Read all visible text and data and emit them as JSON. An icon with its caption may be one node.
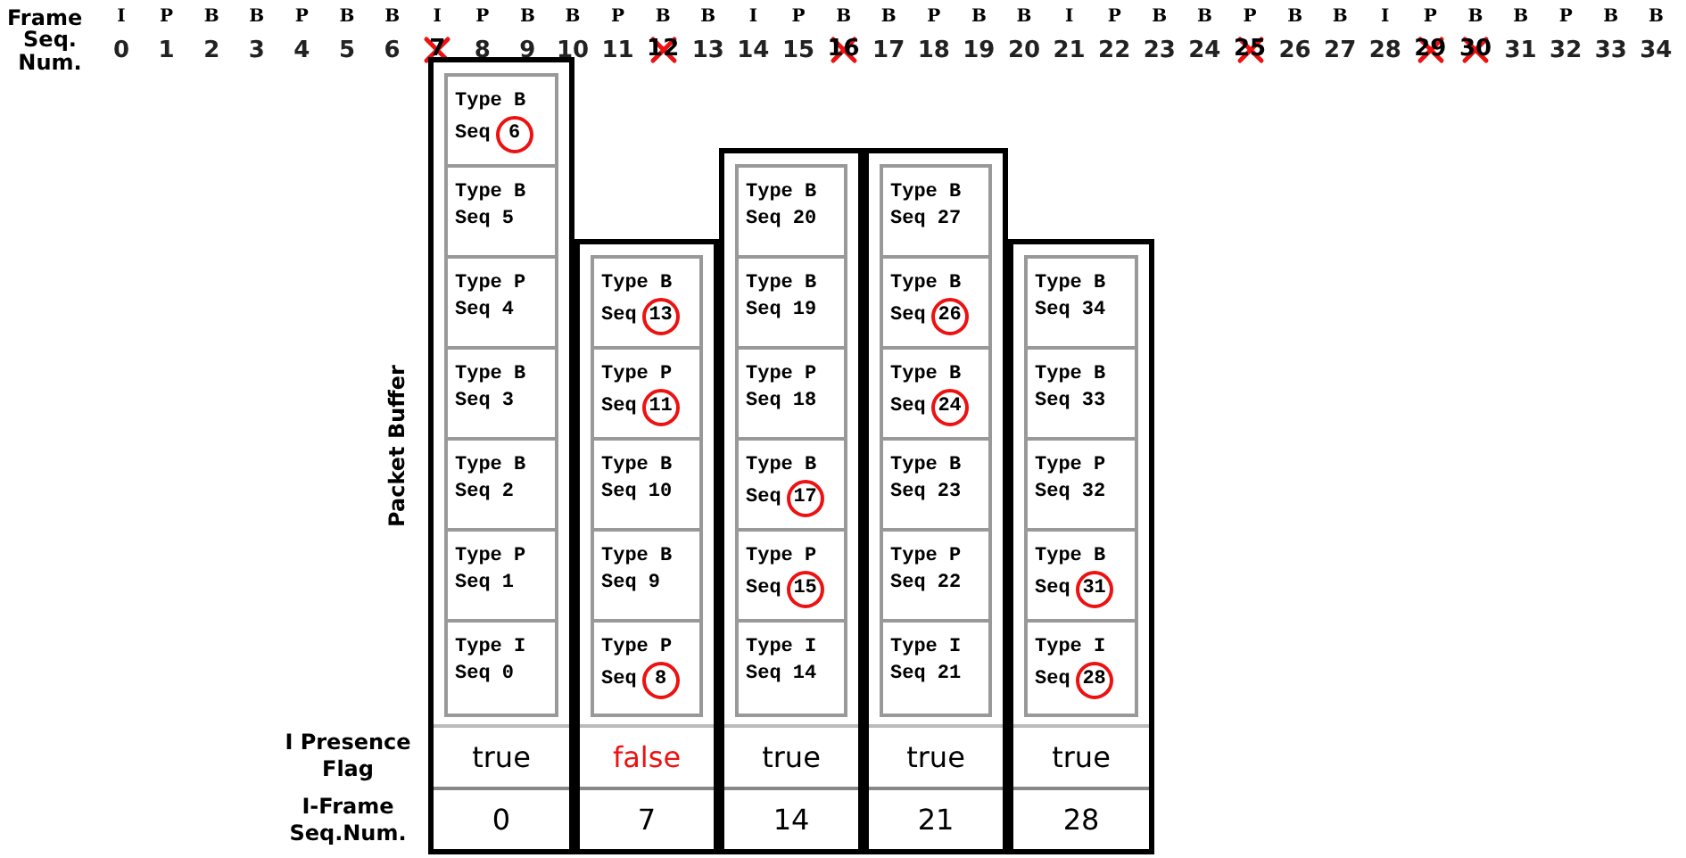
{
  "diagram": {
    "nodes": [
      {
        "text": [
          "7"
        ]
      },
      {
        "text": [
          "12"
        ]
      },
      {
        "text": [
          "16"
        ]
      },
      {
        "text": [
          "25"
        ]
      },
      {
        "text": [
          "29"
        ]
      },
      {
        "text": [
          "30"
        ]
      },
      {
        "text": [],
        "shape": "box"
      },
      {
        "text": [
          "Type B",
          "Seq"
        ],
        "in": 6
      },
      {
        "text": [
          "6"
        ],
        "in": 7
      },
      {
        "text": [
          "Type B",
          "Seq 5"
        ],
        "in": 6
      },
      {
        "text": [
          "Type P",
          "Seq 4"
        ],
        "in": 6
      },
      {
        "text": [
          "Type B",
          "Seq 3"
        ],
        "in": 6
      },
      {
        "text": [
          "Type B",
          "Seq 2"
        ],
        "in": 6
      },
      {
        "text": [
          "Type P",
          "Seq 1"
        ],
        "in": 6
      },
      {
        "text": [
          "Type I",
          "Seq 0"
        ],
        "in": 6
      },
      {
        "text": [
          "true"
        ],
        "in": 6
      },
      {
        "text": [
          "0"
        ],
        "in": 6
      },
      {
        "text": [],
        "shape": "box"
      },
      {
        "text": [
          "Type B",
          "Seq"
        ],
        "in": 17
      },
      {
        "text": [
          "13"
        ],
        "in": 18
      },
      {
        "text": [
          "Type P",
          "Seq"
        ],
        "in": 17
      },
      {
        "text": [
          "11"
        ],
        "in": 20
      },
      {
        "text": [
          "Type B",
          "Seq 10"
        ],
        "in": 17
      },
      {
        "text": [
          "Type B",
          "Seq 9"
        ],
        "in": 17
      },
      {
        "text": [
          "Type P",
          "Seq"
        ],
        "in": 17
      },
      {
        "text": [
          "8"
        ],
        "in": 24
      },
      {
        "text": [
          "false"
        ],
        "in": 17
      },
      {
        "text": [
          "7"
        ],
        "in": 17
      },
      {
        "text": [],
        "shape": "box"
      },
      {
        "text": [
          "Type B",
          "Seq 20"
        ],
        "in": 28
      },
      {
        "text": [
          "Type B",
          "Seq 19"
        ],
        "in": 28
      },
      {
        "text": [
          "Type P",
          "Seq 18"
        ],
        "in": 28
      },
      {
        "text": [
          "Type B",
          "Seq"
        ],
        "in": 28
      },
      {
        "text": [
          "17"
        ],
        "in": 32
      },
      {
        "text": [
          "Type P",
          "Seq"
        ],
        "in": 28
      },
      {
        "text": [
          "15"
        ],
        "in": 34
      },
      {
        "text": [
          "Type I",
          "Seq 14"
        ],
        "in": 28
      },
      {
        "text": [
          "true"
        ],
        "in": 28
      },
      {
        "text": [
          "14"
        ],
        "in": 28
      },
      {
        "text": [],
        "shape": "box"
      },
      {
        "text": [
          "Type B",
          "Seq 27"
        ],
        "in": 39
      },
      {
        "text": [
          "Type B",
          "Seq"
        ],
        "in": 39
      },
      {
        "text": [
          "26"
        ],
        "in": 41
      },
      {
        "text": [
          "Type B",
          "Seq"
        ],
        "in": 39
      },
      {
        "text": [
          "24"
        ],
        "in": 43
      },
      {
        "text": [
          "Type B",
          "Seq 23"
        ],
        "in": 39
      },
      {
        "text": [
          "Type P",
          "Seq 22"
        ],
        "in": 39
      },
      {
        "text": [
          "Type I",
          "Seq 21"
        ],
        "in": 39
      },
      {
        "text": [
          "true"
        ],
        "in": 39
      },
      {
        "text": [
          "21"
        ],
        "in": 39
      },
      {
        "text": [],
        "shape": "box"
      },
      {
        "text": [
          "Type B",
          "Seq 34"
        ],
        "in": 50
      },
      {
        "text": [
          "Type B",
          "Seq 33"
        ],
        "in": 50
      },
      {
        "text": [
          "Type P",
          "Seq 32"
        ],
        "in": 50
      },
      {
        "text": [
          "Type B",
          "Seq"
        ],
        "in": 50
      },
      {
        "text": [
          "31"
        ],
        "in": 54
      },
      {
        "text": [
          "Type I",
          "Seq"
        ],
        "in": 50
      },
      {
        "text": [
          "28"
        ],
        "in": 56
      },
      {
        "text": [
          "true"
        ],
        "in": 50
      },
      {
        "text": [
          "28"
        ],
        "in": 50
      }
    ],
    "labels": [
      "Frame",
      "I",
      "P",
      "B",
      "B",
      "P",
      "B",
      "B",
      "I",
      "P",
      "B",
      "B",
      "P",
      "B",
      "B",
      "I",
      "P",
      "B",
      "B",
      "P",
      "B",
      "B",
      "I",
      "P",
      "B",
      "B",
      "P",
      "B",
      "B",
      "I",
      "P",
      "B",
      "B",
      "P",
      "B",
      "B",
      "Seq. Num.",
      "0",
      "1",
      "2",
      "3",
      "4",
      "5",
      "6",
      "8",
      "9",
      "10",
      "11",
      "13",
      "14",
      "15",
      "17",
      "18",
      "19",
      "20",
      "21",
      "22",
      "23",
      "24",
      "26",
      "27",
      "28",
      "31",
      "32",
      "33",
      "34",
      "Packet Buffer",
      "I Presence Flag",
      "I-Frame Seq.Num."
    ]
  }
}
